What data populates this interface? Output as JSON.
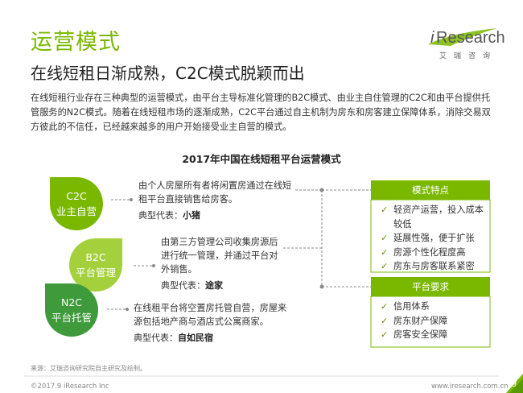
{
  "header": {
    "title": "运营模式",
    "subtitle": "在线短租日渐成熟，C2C模式脱颖而出"
  },
  "logo": {
    "i": "i",
    "research": "Research",
    "cn": "艾瑞咨询"
  },
  "intro": "在线短租行业存在三种典型的运营模式，由平台主导标准化管理的B2C模式、由业主自住管理的C2C和由平台提供托管服务的N2C模式。随着在线短租市场的逐渐成熟，C2C平台通过自主机制为房东和房客建立保障体系，消除交易双方彼此的不信任，已经越来越多的用户开始接受业主自营的模式。",
  "diagram": {
    "title": "2017年中国在线短租平台运营模式",
    "models": [
      {
        "line1": "C2C",
        "line2": "业主自营",
        "desc": "由个人房屋所有者将闲置房通过在线短租平台直接销售给房客。",
        "rep_label": "典型代表：",
        "rep_value": "小猪"
      },
      {
        "line1": "B2C",
        "line2": "平台管理",
        "desc": "由第三方管理公司收集房源后进行统一管理，并通过平台对外销售。",
        "rep_label": "典型代表：",
        "rep_value": "途家"
      },
      {
        "line1": "N2C",
        "line2": "平台托管",
        "desc": "在线租平台将空置房托管自营，房屋来源包括地产商与酒店式公寓商家。",
        "rep_label": "典型代表：",
        "rep_value": "自如民宿"
      }
    ],
    "features": {
      "header": "模式特点",
      "items": [
        "轻资产运营，投入成本较低",
        "延展性强，便于扩张",
        "房源个性化程度高",
        "房东与房客联系紧密"
      ]
    },
    "requirements": {
      "header": "平台要求",
      "items": [
        "信用体系",
        "房东财产保障",
        "房客安全保障"
      ]
    },
    "check_icon": "check-icon"
  },
  "footer": {
    "source": "来源：艾瑞咨询研究院自主研究及绘制。",
    "copyright": "©2017.9 iResearch Inc",
    "site": "www.iresearch.com.cn",
    "page": "9"
  },
  "colors": {
    "accent": "#7ab800",
    "petal1": "#7ab800",
    "petal2": "#a4d03c",
    "petal3": "#3e9a3a"
  }
}
